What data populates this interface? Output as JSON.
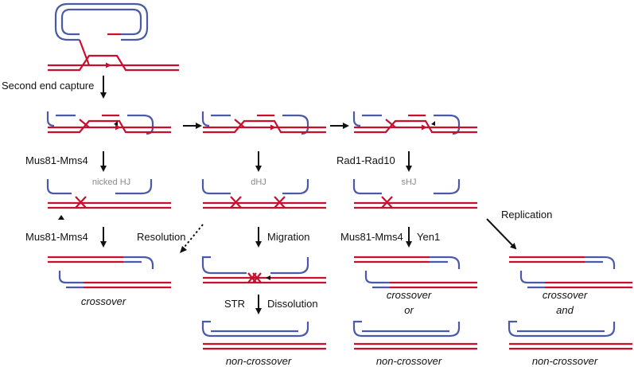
{
  "labels": {
    "second_end_capture": "Second end capture",
    "mus81_mms4_a": "Mus81-Mms4",
    "mus81_mms4_b": "Mus81-Mms4",
    "mus81_mms4_c": "Mus81-Mms4",
    "rad1_rad10": "Rad1-Rad10",
    "nicked_hj": "nicked HJ",
    "dhj": "dHJ",
    "shj": "sHJ",
    "resolution": "Resolution",
    "migration": "Migration",
    "str": "STR",
    "dissolution": "Dissolution",
    "yen1": "Yen1",
    "replication": "Replication"
  },
  "outcomes": {
    "col1": "crossover",
    "col2": "non-crossover",
    "col3_top": "crossover",
    "col3_mid": "or",
    "col3_bottom": "non-crossover",
    "col4_top": "crossover",
    "col4_mid": "and",
    "col4_bottom": "non-crossover"
  },
  "colors": {
    "strand_red": "#c8102e",
    "strand_blue": "#4a5aa8",
    "label_gray": "#8a8a8a"
  }
}
